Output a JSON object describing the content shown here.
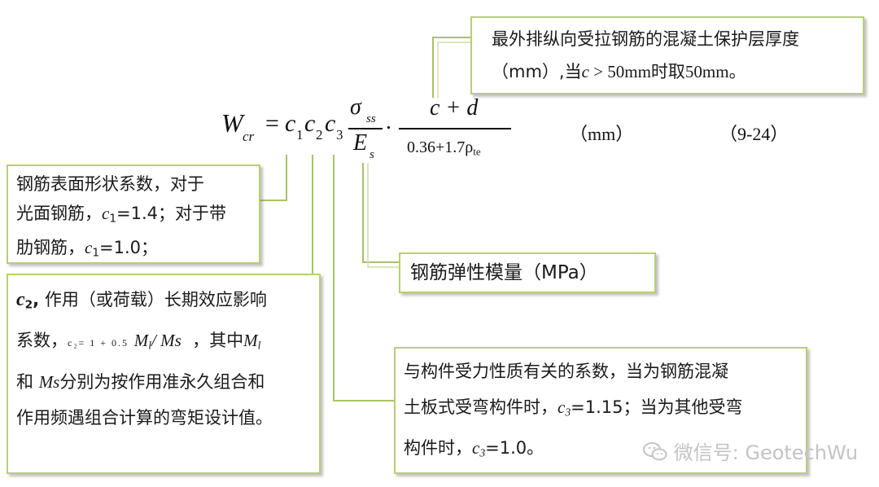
{
  "formula": {
    "lhs": "W",
    "lhs_sub": "cr",
    "eq": "=",
    "c1": "c",
    "c1_sub": "1",
    "c2": "c",
    "c2_sub": "2",
    "c3": "c",
    "c3_sub": "3",
    "sigma": "σ",
    "sigma_sub": "ss",
    "es": "E",
    "es_sub": "s",
    "dot": ".",
    "num": "c + d",
    "den": "0.36+1.7ρ",
    "den_sub": "te",
    "unit": "（mm）",
    "eq_no": "（9-24）"
  },
  "box_cover": {
    "line1": "最外排纵向受拉钢筋的混凝土保护层厚度",
    "line2_a": "（mm）,当",
    "line2_c": "c",
    "line2_b": " > 50mm时取50mm。"
  },
  "box_c1": {
    "line1": "钢筋表面形状系数，对于",
    "line2_a": "光面钢筋，",
    "line2_c": "c",
    "line2_sub": "1",
    "line2_b": "=1.4；对于带",
    "line3_a": "肋钢筋，",
    "line3_c": "c",
    "line3_sub": "1",
    "line3_b": "=1.0；"
  },
  "box_es": {
    "text": "钢筋弹性模量（MPa）"
  },
  "box_c2": {
    "l1_c": "c",
    "l1_sub": "2",
    "l1_comma": ",",
    "l1_text": " 作用（或荷载）长期效应影响",
    "l2_a": "系数，",
    "l2_small": "c₂= 1 + 0.5",
    "l2_ml": "M",
    "l2_ml_sub": "l",
    "l2_slash": "/ Ms",
    "l2_b": "，其中",
    "l2_ml2": "M",
    "l2_ml2_sub": "l",
    "l3_a": "和 ",
    "l3_ms": "Ms",
    "l3_b": "分别为按作用准永久组合和",
    "l4": "作用频遇组合计算的弯矩设计值。"
  },
  "box_c3": {
    "line1": "与构件受力性质有关的系数，当为钢筋混凝",
    "line2_a": "土板式受弯构件时，",
    "line2_c": "c",
    "line2_sub": "3",
    "line2_b": "=1.15；当为其他受弯",
    "line3_a": "构件时，",
    "line3_c": "c",
    "line3_sub": "3",
    "line3_b": "=1.0。"
  },
  "watermark": {
    "text": "微信号: GeotechWu",
    "icon": "wechat-icon"
  },
  "colors": {
    "box_border": "#b7cf75",
    "connector": "#a7c466",
    "text": "#1a1a1a",
    "watermark": "#c4c4c4"
  }
}
